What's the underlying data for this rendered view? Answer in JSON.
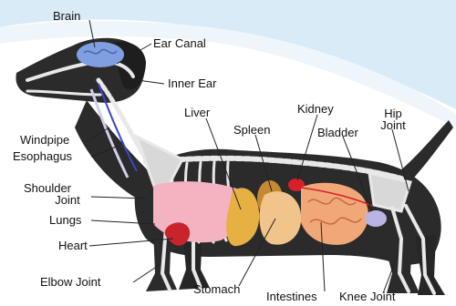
{
  "labels": {
    "brain": "Brain",
    "ear_canal": "Ear Canal",
    "inner_ear": "Inner Ear",
    "liver": "Liver",
    "kidney": "Kidney",
    "spleen": "Spleen",
    "bladder": "Bladder",
    "hip_joint_line1": "Hip",
    "hip_joint_line2": "Joint",
    "windpipe": "Windpipe",
    "esophagus": "Esophagus",
    "shoulder_joint_line1": "Shoulder",
    "shoulder_joint_line2": "Joint",
    "lungs": "Lungs",
    "heart": "Heart",
    "elbow_joint": "Elbow Joint",
    "stomach": "Stomach",
    "intestines": "Intestines",
    "knee_joint": "Knee Joint"
  },
  "colors": {
    "background_accent": "#d8ebf7",
    "body_dark": "#2b2b2b",
    "skeleton": "#e8e8e8",
    "brain": "#7f9fe0",
    "lungs": "#f3b3c1",
    "liver": "#e6b043",
    "stomach": "#f1c48c",
    "intestines": "#f0a878",
    "spleen": "#c5892f",
    "kidney": "#d8202a",
    "heart": "#c8252a",
    "bladder": "#b9b3e6",
    "esophagus": "#3b46c8",
    "leader_line": "#222222"
  }
}
